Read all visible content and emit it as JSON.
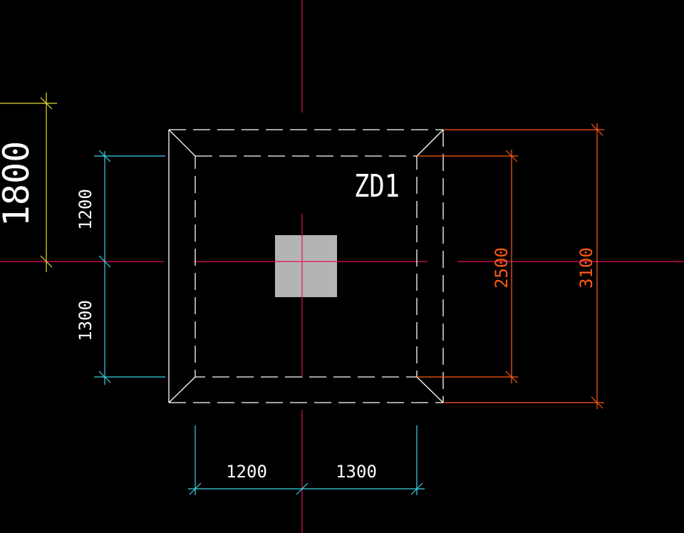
{
  "colors": {
    "background": "#000000",
    "axis": "#e0115f",
    "outline": "#ffffff",
    "column_fill": "#b4b4b4",
    "dim_cyan": "#3cd2e6",
    "dim_orange": "#ff5a14",
    "dim_yellow": "#e6dc3c"
  },
  "labels": {
    "tag": "ZD1",
    "left_top": "1200",
    "left_bottom": "1300",
    "bottom_left": "1200",
    "bottom_right": "1300",
    "right_inner": "2500",
    "right_outer": "3100",
    "yellow_partial": "1800"
  }
}
